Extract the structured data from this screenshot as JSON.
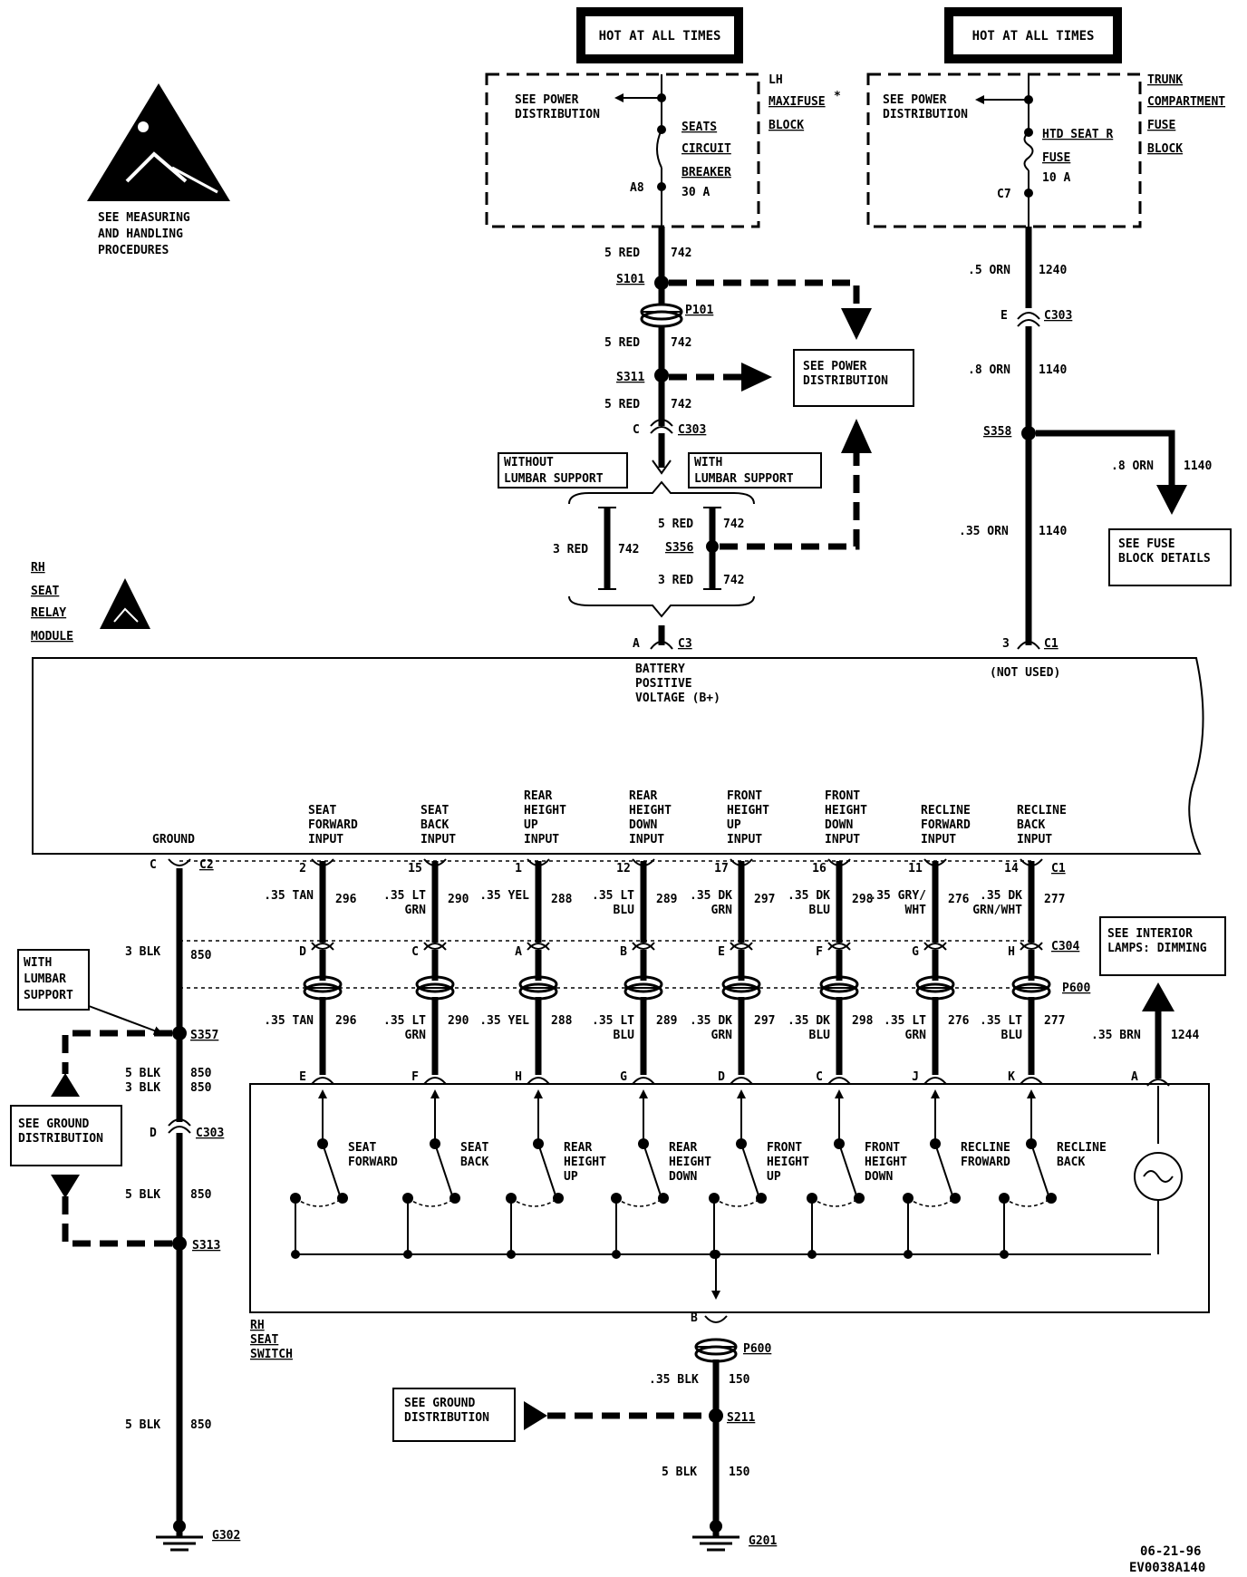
{
  "power_left": {
    "hot_label": "HOT AT ALL TIMES",
    "see_power": [
      "SEE POWER",
      "DISTRIBUTION"
    ],
    "block_label": [
      "LH",
      "MAXIFUSE",
      "BLOCK"
    ],
    "breaker_label": [
      "SEATS",
      "CIRCUIT",
      "BREAKER",
      "30 A"
    ],
    "pin": "A8"
  },
  "power_right": {
    "hot_label": "HOT AT ALL TIMES",
    "see_power": [
      "SEE POWER",
      "DISTRIBUTION"
    ],
    "block_label": [
      "TRUNK",
      "COMPARTMENT",
      "FUSE",
      "BLOCK"
    ],
    "fuse_label": [
      "HTD SEAT R",
      "FUSE",
      "10 A"
    ],
    "pin": "C7"
  },
  "esd_note": [
    "SEE MEASURING",
    "AND HANDLING",
    "PROCEDURES"
  ],
  "left_feed": {
    "w1_gauge": "5 RED",
    "w1_circuit": "742",
    "s101": "S101",
    "p101": "P101",
    "w2_gauge": "5 RED",
    "w2_circuit": "742",
    "s311": "S311",
    "w3_gauge": "5 RED",
    "w3_circuit": "742",
    "c303_pin": "C",
    "c303": "C303",
    "without_lumbar": [
      "WITHOUT",
      "LUMBAR SUPPORT"
    ],
    "with_lumbar": [
      "WITH",
      "LUMBAR SUPPORT"
    ],
    "see_power_box": [
      "SEE POWER",
      "DISTRIBUTION"
    ],
    "wl_gauge": "3 RED",
    "wl_circuit": "742",
    "wr1_gauge": "5 RED",
    "wr1_circuit": "742",
    "s356": "S356",
    "wr2_gauge": "3 RED",
    "wr2_circuit": "742",
    "c3_pin": "A",
    "c3": "C3",
    "module_label": [
      "BATTERY",
      "POSITIVE",
      "VOLTAGE (B+)"
    ]
  },
  "right_feed": {
    "w1_gauge": ".5 ORN",
    "w1_circuit": "1240",
    "c303_pin": "E",
    "c303": "C303",
    "w2_gauge": ".8 ORN",
    "w2_circuit": "1140",
    "s358": "S358",
    "branch_gauge": ".8 ORN",
    "branch_circuit": "1140",
    "fuse_box": [
      "SEE FUSE",
      "BLOCK DETAILS"
    ],
    "w3_gauge": ".35 ORN",
    "w3_circuit": "1140",
    "c1_pin": "3",
    "c1": "C1",
    "not_used": "(NOT USED)"
  },
  "module": {
    "name": [
      "RH",
      "SEAT",
      "RELAY",
      "MODULE"
    ],
    "ground_label": "GROUND"
  },
  "ground_left": {
    "c2_pin": "C",
    "c2": "C2",
    "w1_gauge": "3 BLK",
    "w1_circuit": "850",
    "with_lumbar": [
      "WITH",
      "LUMBAR",
      "SUPPORT"
    ],
    "s357": "S357",
    "w2_gauge_a": "5 BLK",
    "w2_gauge_b": "3 BLK",
    "w2_circuit_a": "850",
    "w2_circuit_b": "850",
    "see_ground": [
      "SEE GROUND",
      "DISTRIBUTION"
    ],
    "c303_pin": "D",
    "c303": "C303",
    "w3_gauge": "5 BLK",
    "w3_circuit": "850",
    "s313": "S313",
    "w4_gauge": "5 BLK",
    "w4_circuit": "850",
    "g302": "G302"
  },
  "inputs": [
    {
      "label": [
        "SEAT",
        "FORWARD",
        "INPUT"
      ],
      "c1_pin": "2",
      "upper_gauge": [
        ".35 TAN"
      ],
      "upper_circuit": "296",
      "c304_pin": "D",
      "lower_gauge": [
        ".35 TAN"
      ],
      "lower_circuit": "296",
      "sw_pin": "E",
      "switch": [
        "SEAT",
        "FORWARD"
      ]
    },
    {
      "label": [
        "SEAT",
        "BACK",
        "INPUT"
      ],
      "c1_pin": "15",
      "upper_gauge": [
        ".35 LT",
        "GRN"
      ],
      "upper_circuit": "290",
      "c304_pin": "C",
      "lower_gauge": [
        ".35 LT",
        "GRN"
      ],
      "lower_circuit": "290",
      "sw_pin": "F",
      "switch": [
        "SEAT",
        "BACK"
      ]
    },
    {
      "label": [
        "REAR",
        "HEIGHT",
        "UP",
        "INPUT"
      ],
      "c1_pin": "1",
      "upper_gauge": [
        ".35 YEL"
      ],
      "upper_circuit": "288",
      "c304_pin": "A",
      "lower_gauge": [
        ".35 YEL"
      ],
      "lower_circuit": "288",
      "sw_pin": "H",
      "switch": [
        "REAR",
        "HEIGHT",
        "UP"
      ]
    },
    {
      "label": [
        "REAR",
        "HEIGHT",
        "DOWN",
        "INPUT"
      ],
      "c1_pin": "12",
      "upper_gauge": [
        ".35 LT",
        "BLU"
      ],
      "upper_circuit": "289",
      "c304_pin": "B",
      "lower_gauge": [
        ".35 LT",
        "BLU"
      ],
      "lower_circuit": "289",
      "sw_pin": "G",
      "switch": [
        "REAR",
        "HEIGHT",
        "DOWN"
      ]
    },
    {
      "label": [
        "FRONT",
        "HEIGHT",
        "UP",
        "INPUT"
      ],
      "c1_pin": "17",
      "upper_gauge": [
        ".35 DK",
        "GRN"
      ],
      "upper_circuit": "297",
      "c304_pin": "E",
      "lower_gauge": [
        ".35 DK",
        "GRN"
      ],
      "lower_circuit": "297",
      "sw_pin": "D",
      "switch": [
        "FRONT",
        "HEIGHT",
        "UP"
      ]
    },
    {
      "label": [
        "FRONT",
        "HEIGHT",
        "DOWN",
        "INPUT"
      ],
      "c1_pin": "16",
      "upper_gauge": [
        ".35 DK",
        "BLU"
      ],
      "upper_circuit": "298",
      "c304_pin": "F",
      "lower_gauge": [
        ".35 DK",
        "BLU"
      ],
      "lower_circuit": "298",
      "sw_pin": "C",
      "switch": [
        "FRONT",
        "HEIGHT",
        "DOWN"
      ]
    },
    {
      "label": [
        "RECLINE",
        "FORWARD",
        "INPUT"
      ],
      "c1_pin": "11",
      "upper_gauge": [
        ".35 GRY/",
        "WHT"
      ],
      "upper_circuit": "276",
      "c304_pin": "G",
      "lower_gauge": [
        ".35 LT",
        "GRN"
      ],
      "lower_circuit": "276",
      "sw_pin": "J",
      "switch": [
        "RECLINE",
        "FROWARD"
      ]
    },
    {
      "label": [
        "RECLINE",
        "BACK",
        "INPUT"
      ],
      "c1_pin": "14",
      "upper_gauge": [
        ".35 DK",
        "GRN/WHT"
      ],
      "upper_circuit": "277",
      "c304_pin": "H",
      "lower_gauge": [
        ".35 LT",
        "BLU"
      ],
      "lower_circuit": "277",
      "sw_pin": "K",
      "switch": [
        "RECLINE",
        "BACK"
      ]
    }
  ],
  "connectors": {
    "c1": "C1",
    "c304": "C304",
    "p600": "P600"
  },
  "lamp_feed": {
    "sw_pin": "A",
    "gauge": ".35 BRN",
    "circuit": "1244",
    "box": [
      "SEE INTERIOR",
      "LAMPS: DIMMING"
    ]
  },
  "switch": {
    "name": [
      "RH",
      "SEAT",
      "SWITCH"
    ]
  },
  "ground_right": {
    "pin": "B",
    "p600": "P600",
    "w1_gauge": ".35 BLK",
    "w1_circuit": "150",
    "see_ground": [
      "SEE GROUND",
      "DISTRIBUTION"
    ],
    "s211": "S211",
    "w2_gauge": "5 BLK",
    "w2_circuit": "150",
    "g201": "G201"
  },
  "footer": {
    "date": "06-21-96",
    "code": "EV0038A140"
  }
}
